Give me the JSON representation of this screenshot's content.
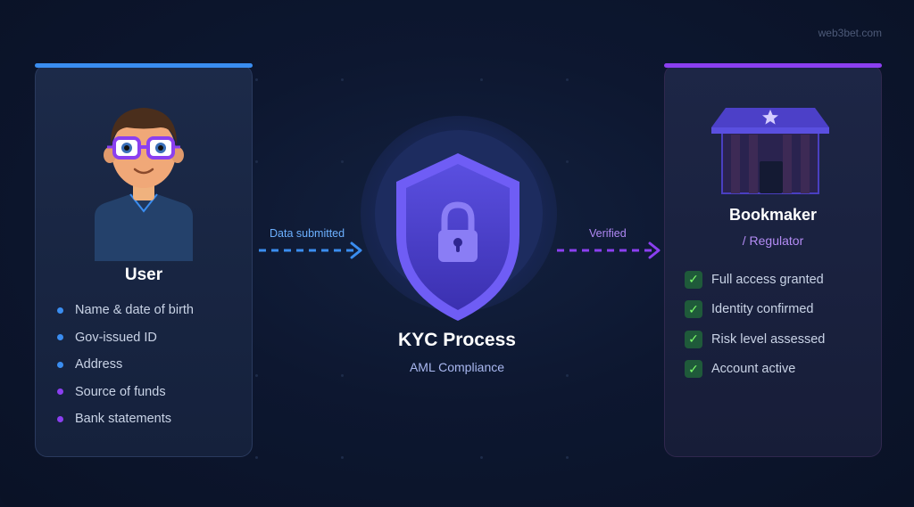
{
  "watermark": "web3bet.com",
  "user_card": {
    "title": "User",
    "items": [
      {
        "label": "Name & date of birth",
        "color": "#3a8df0"
      },
      {
        "label": "Gov-issued ID",
        "color": "#3a8df0"
      },
      {
        "label": "Address",
        "color": "#3a8df0"
      },
      {
        "label": "Source of funds",
        "color": "#8b3ff0"
      },
      {
        "label": "Bank statements",
        "color": "#8b3ff0"
      }
    ]
  },
  "center": {
    "title": "KYC Process",
    "subtitle": "AML Compliance"
  },
  "arrows": {
    "left_label": "Data submitted",
    "right_label": "Verified"
  },
  "bookmaker_card": {
    "title": "Bookmaker",
    "subtitle": "/ Regulator",
    "items": [
      {
        "label": "Full access granted",
        "check": "✓"
      },
      {
        "label": "Identity confirmed",
        "check": "✓"
      },
      {
        "label": "Risk level assessed",
        "check": "✓"
      },
      {
        "label": "Account active",
        "check": "✓"
      }
    ]
  },
  "colors": {
    "user_accent": "#3a8df0",
    "bookmaker_accent": "#8b3ff0",
    "check_green": "#7dff6a"
  }
}
